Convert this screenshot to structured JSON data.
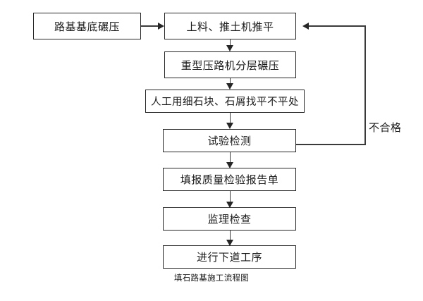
{
  "diagram": {
    "caption": "填石路基施工流程图",
    "nodes": [
      {
        "id": "subgrade-base-compaction",
        "label": "路基基底碾压"
      },
      {
        "id": "loading-bulldozer-leveling",
        "label": "上料、推土机推平"
      },
      {
        "id": "heavy-roller-layered-compaction",
        "label": "重型压路机分层碾压"
      },
      {
        "id": "manual-fine-stone-leveling",
        "label": "人工用细石块、石屑找平不平处"
      },
      {
        "id": "testing-inspection",
        "label": "试验检测"
      },
      {
        "id": "quality-inspection-report",
        "label": "填报质量检验报告单"
      },
      {
        "id": "supervision-check",
        "label": "监理检查"
      },
      {
        "id": "next-process",
        "label": "进行下道工序"
      }
    ],
    "edge_labels": [
      {
        "id": "unqualified",
        "label": "不合格"
      }
    ],
    "colors": {
      "background": "#ffffff",
      "box_border": "#262626",
      "line": "#3a3a3a",
      "text": "#1a1a1a"
    }
  }
}
